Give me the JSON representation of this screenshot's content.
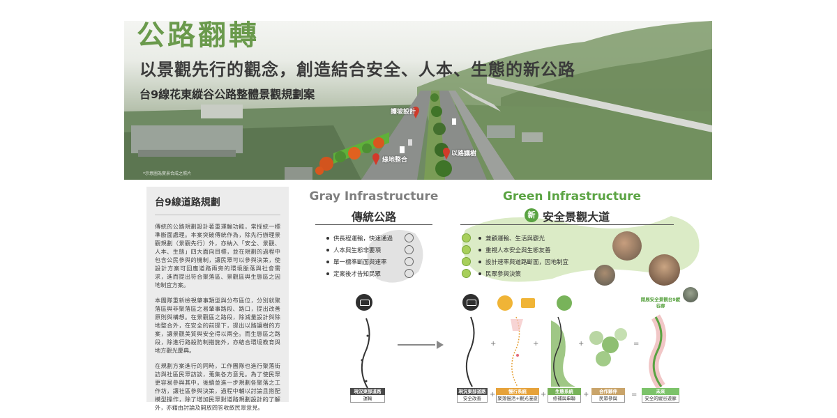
{
  "hero": {
    "title": "公路翻轉",
    "subtitle": "以景觀先行的觀念，創造結合安全、人本、生態的新公路",
    "project": "台9線花東縱谷公路整體景觀規劃案",
    "pins": [
      "護坡設計",
      "綠地整合",
      "以路讓樹"
    ],
    "credit": "*示意圖為實景合成之照片"
  },
  "left_panel": {
    "title": "台9線道路規劃",
    "paragraphs": [
      "傳統的公路規劃設計著重運輸功能，常採統一標準斷面處理。本案突破傳統作為，除先行辦理景觀規劃（景觀先行）外，亦納入「安全、景觀、人本、生態」四大面向目標，並在規劃的過程中包含公民參與的機制，讓民眾可以參與決策，使設計方案可回應道路兩旁的環境脈落與社會需求，進而提出符合聚落區、景觀區與生態區之因地制宜方案。",
      "本團隊重新檢視肇事類型與分布區位，分別就聚落區與非聚落區之易肇事路段、路口，提出改善原則與構想。在景觀區之路段，除減量設計與除地整合外，在安全的前提下，提出以路讓樹的方案，讓景觀美質與安全得以兩全。而生態區之路段，除進行路殺防制措施外，亦結合環境教育與地方觀光慶典。",
      "在規劃方案進行的同時，工作團隊也進行聚落街訪與社區民眾訪談，蒐集各方意見。為了使民眾更容易參與其中，後續並進一步規劃各聚落之工作坊，讓社區參與決策，過程中輔以討論且搭配模型操作，除了增加民眾對道路規劃設計的了解外，亦藉由討論及開放問答收斂民眾意見。"
    ]
  },
  "gray": {
    "title": "Gray Infrastructure",
    "subtitle": "傳統公路",
    "bullets": [
      "供長程運輸，快速通過",
      "人本與生態非要項",
      "單一標準斷面與速率",
      "定案後才告知民眾"
    ],
    "label_top": "現況東部道路",
    "label_bottom": "運輸"
  },
  "green": {
    "title": "Green Infrastructure",
    "badge": "新",
    "subtitle": "安全景觀大道",
    "bullets": [
      "兼顧運輸、生活與觀光",
      "重視人本安全與生態友善",
      "設計速率與道路斷面，因地制宜",
      "民眾參與決策"
    ],
    "future_title": "開展安全景觀台9縱谷廊",
    "labels": [
      {
        "top": "現況東部道路",
        "bottom": "安全改善",
        "color": "#4a4a4a"
      },
      {
        "top": "慢行系統",
        "bottom": "聚落慢活+觀光漫遊",
        "color": "#e6a23a"
      },
      {
        "top": "生態系統",
        "bottom": "修補與串聯",
        "color": "#78b35a"
      },
      {
        "top": "合作夥伴",
        "bottom": "民眾參與",
        "color": "#c9a46a"
      },
      {
        "top": "未來",
        "bottom": "安全的縱谷遊廊",
        "color": "#7cc36a"
      }
    ],
    "operators": [
      "+",
      "+",
      "+",
      "=",
      "+",
      "+",
      "+",
      "="
    ]
  },
  "colors": {
    "accent_green": "#5aa342",
    "title_green": "#6a9a4c",
    "gray": "#7f7f7f"
  }
}
